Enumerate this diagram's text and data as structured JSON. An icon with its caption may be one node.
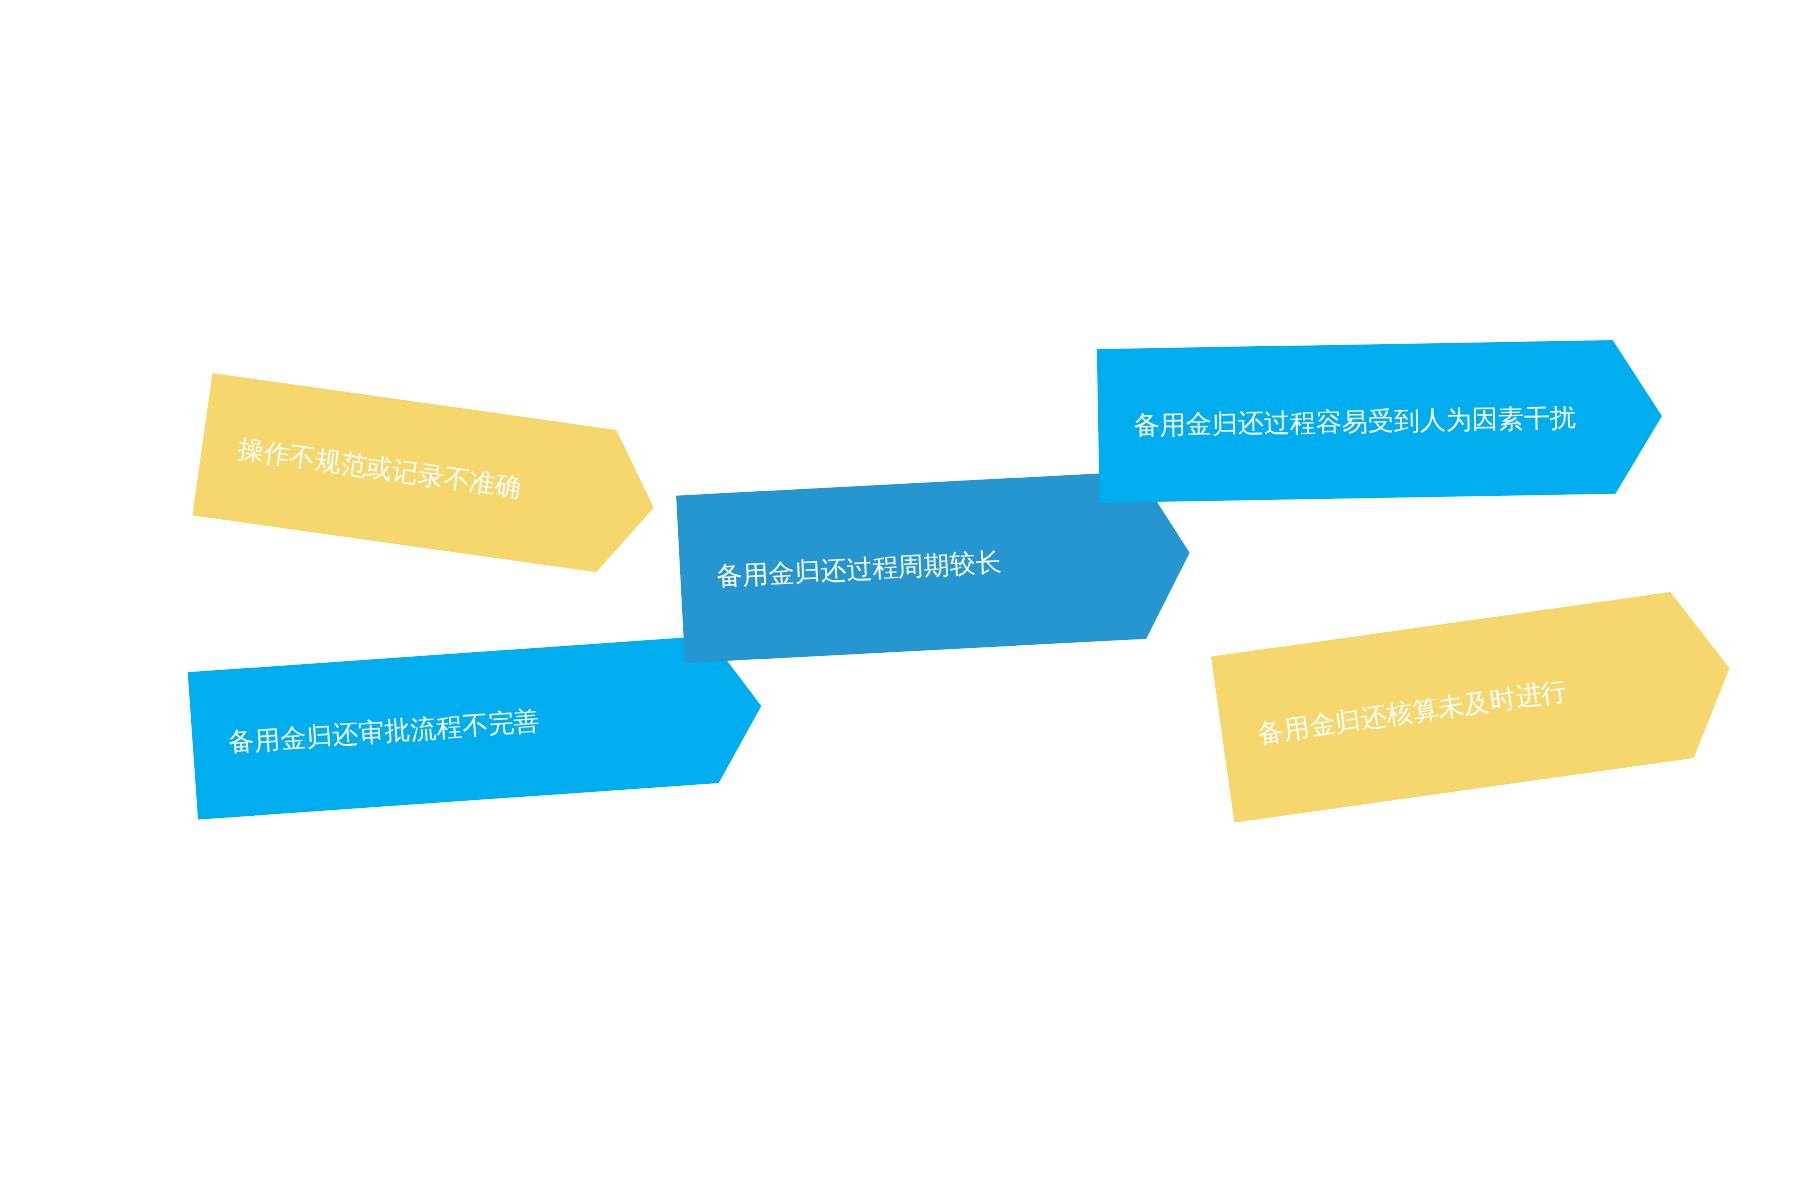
{
  "diagram": {
    "nodes": [
      {
        "text": [
          "操作不规范或记录不准确"
        ]
      },
      {
        "text": [
          "备用金归还审批流程不完善"
        ]
      },
      {
        "text": [
          "备用金归还过程周期较长"
        ]
      },
      {
        "text": [
          "备用金归还过程容易受到人为因素干扰"
        ]
      },
      {
        "text": [
          "备用金归还核算未及时进行"
        ]
      }
    ]
  }
}
